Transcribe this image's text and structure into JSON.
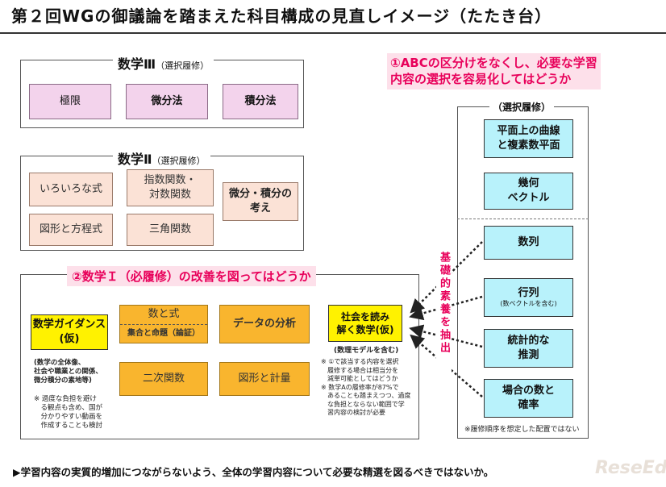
{
  "title": "第２回WGの御議論を踏まえた科目構成の見直しイメージ（たたき台）",
  "math3": {
    "title": "数学Ⅲ",
    "tag": "（選択履修）",
    "items": [
      "極限",
      "微分法",
      "積分法"
    ]
  },
  "math2": {
    "title": "数学Ⅱ",
    "tag": "（選択履修）",
    "items": [
      "いろいろな式",
      "指数関数・\n対数関数",
      "図形と方程式",
      "三角関数"
    ],
    "calculus": "微分・積分の\n考え"
  },
  "proposal1": "①ABCの区分けをなくし、必要な学習\n内容の選択を容易化してはどうか",
  "proposal2": "②数学Ｉ（必履修）の改善を図ってはどうか",
  "right": {
    "tag": "（選択履修）",
    "items": [
      "平面上の曲線\nと複素数平面",
      "幾何\nベクトル",
      "数列",
      "行列",
      "統計的な\n推測",
      "場合の数と\n確率"
    ],
    "matrix_note": "(数ベクトルを含む)",
    "footnote": "※履修順序を想定した配置ではない"
  },
  "extract_label": "基礎的素養を抽出",
  "math1": {
    "guidance": "数学ガイダンス(仮)",
    "guidance_note": "(数学の全体像、\n社会や職業との関係、\n微分積分の素地等)",
    "guidance_note2": "※ 過度な負担を避け\n　る観点も含め、国が\n　分かりやすい動画を\n　作成することも検討",
    "numbers": "数と式",
    "sets": "集合と命題（論証）",
    "data": "データの分析",
    "quad": "二次関数",
    "shape": "図形と計量",
    "social": "社会を読み\n解く数学(仮)",
    "social_sub": "(数理モデルを含む)",
    "social_note": "※ ①で該当する内容を選択\n　履修する場合は相当分を\n　減単可能としてはどうか\n※ 数学Aの履修率が87%で\n　あることも踏まえつつ、過度\n　な負担とならない範囲で学\n　習内容の検討が必要"
  },
  "bottom": "▶学習内容の実質的増加につながらないよう、全体の学習内容について必要な精選を図るべきではないか。",
  "watermark": "ReseEd",
  "colors": {
    "accent": "#e8005a",
    "yellow": "#fff200",
    "orange": "#f9b52e",
    "cyan": "#b8f2fb",
    "pink": "#f3d3ec"
  }
}
